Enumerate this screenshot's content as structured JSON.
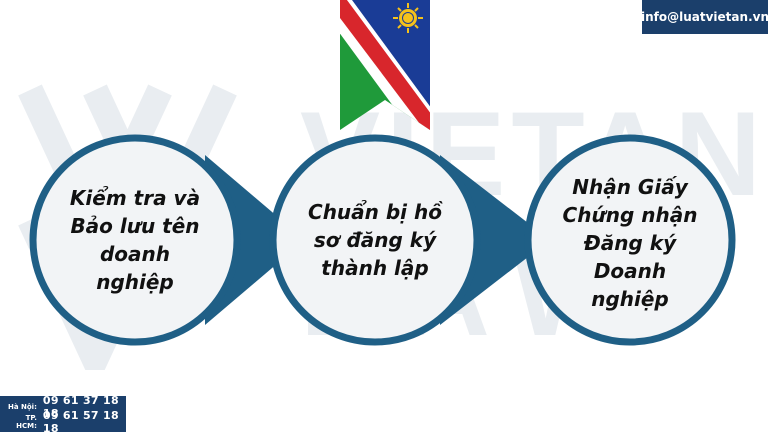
{
  "header": {
    "email": "info@luatvietan.vn",
    "flag_icon": "namibia-flag-icon"
  },
  "watermark": {
    "logo_icon": "vietan-law-logo-icon",
    "word_top": "VIETAN",
    "word_bottom": "LAW"
  },
  "steps": [
    {
      "text": "Kiểm tra và\nBảo lưu tên\ndoanh\nnghiệp"
    },
    {
      "text": "Chuẩn bị hồ\nsơ đăng ký\nthành lập"
    },
    {
      "text": "Nhận Giấy\nChứng nhận\nĐăng ký\nDoanh\nnghiệp"
    }
  ],
  "contact": {
    "rows": [
      {
        "label": "Hà Nội:",
        "number": "09 61 37 18 18"
      },
      {
        "label": "TP. HCM:",
        "number": "09 61 57 18 18"
      }
    ]
  },
  "colors": {
    "brand_navy": "#1b3f6b",
    "circle_border": "#1f5f86",
    "circle_fill": "#f2f4f6",
    "flag_blue": "#1a3c96",
    "flag_red": "#d8262c",
    "flag_green": "#1f9a3a",
    "flag_sun": "#f5c21b"
  }
}
